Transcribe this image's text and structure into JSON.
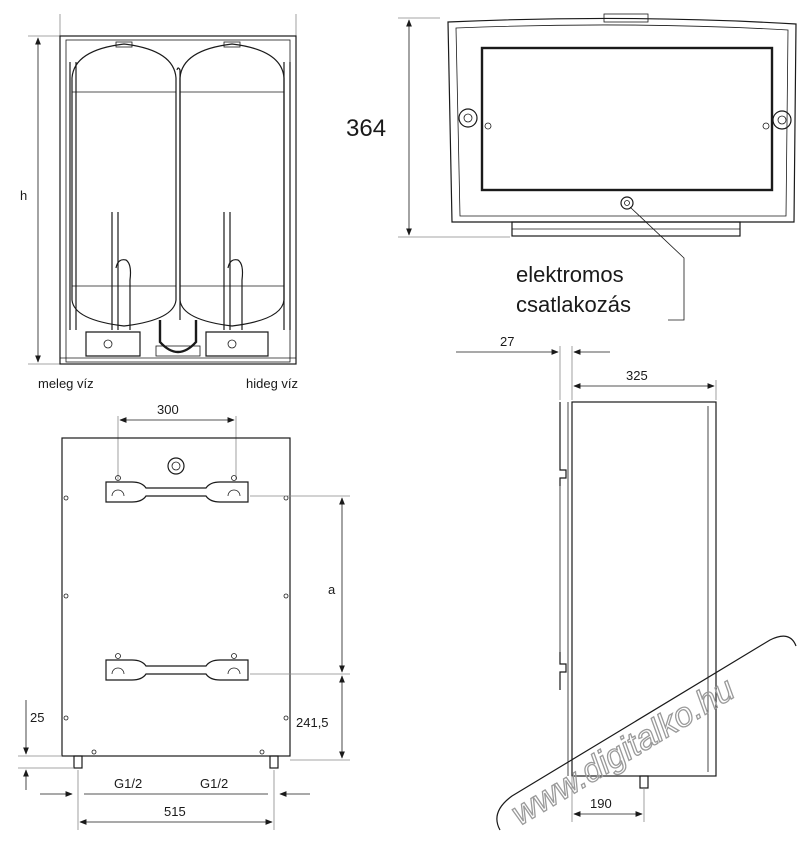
{
  "front_view": {
    "height_label": "h",
    "hot_water_label": "meleg víz",
    "cold_water_label": "hideg víz"
  },
  "top_view": {
    "depth_label": "364",
    "electrical_label_line1": "elektromos",
    "electrical_label_line2": "csatlakozás"
  },
  "rear_view": {
    "bracket_spacing_label": "300",
    "bracket_distance_label": "a",
    "bottom_offset_label": "25",
    "lower_bracket_height_label": "241,5",
    "pipe_thread_left_label": "G1/2",
    "pipe_thread_right_label": "G1/2",
    "width_label": "515"
  },
  "side_view": {
    "bracket_depth_label": "27",
    "depth_label": "325",
    "pipe_offset_label": "190"
  },
  "watermark": "www.digitalko.hu"
}
